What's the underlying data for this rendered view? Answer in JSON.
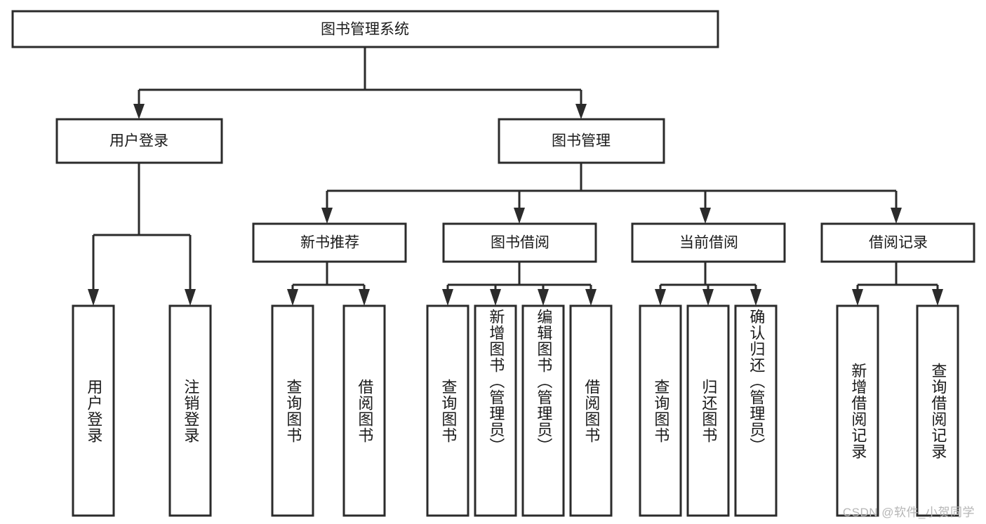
{
  "diagram": {
    "title": "图书管理系统",
    "type": "tree-hierarchy",
    "root": {
      "id": "root",
      "label": "图书管理系统",
      "orientation": "horizontal"
    },
    "level1": [
      {
        "id": "user-login",
        "label": "用户登录",
        "orientation": "horizontal"
      },
      {
        "id": "book-management",
        "label": "图书管理",
        "orientation": "horizontal"
      }
    ],
    "level2": [
      {
        "id": "new-book-recommend",
        "label": "新书推荐",
        "parent": "book-management",
        "orientation": "horizontal"
      },
      {
        "id": "book-borrow",
        "label": "图书借阅",
        "parent": "book-management",
        "orientation": "horizontal"
      },
      {
        "id": "current-borrow",
        "label": "当前借阅",
        "parent": "book-management",
        "orientation": "horizontal"
      },
      {
        "id": "borrow-record",
        "label": "借阅记录",
        "parent": "book-management",
        "orientation": "horizontal"
      }
    ],
    "leaves": [
      {
        "id": "leaf-user-login",
        "label": "用户登录",
        "parent": "user-login",
        "orientation": "vertical"
      },
      {
        "id": "leaf-user-logout",
        "label": "注销登录",
        "parent": "user-login",
        "orientation": "vertical"
      },
      {
        "id": "leaf-query-book-1",
        "label": "查询图书",
        "parent": "new-book-recommend",
        "orientation": "vertical"
      },
      {
        "id": "leaf-borrow-book-1",
        "label": "借阅图书",
        "parent": "new-book-recommend",
        "orientation": "vertical"
      },
      {
        "id": "leaf-query-book-2",
        "label": "查询图书",
        "parent": "book-borrow",
        "orientation": "vertical"
      },
      {
        "id": "leaf-add-book",
        "label": "新增图书（管理员）",
        "parent": "book-borrow",
        "orientation": "vertical"
      },
      {
        "id": "leaf-edit-book",
        "label": "编辑图书（管理员）",
        "parent": "book-borrow",
        "orientation": "vertical"
      },
      {
        "id": "leaf-borrow-book-2",
        "label": "借阅图书",
        "parent": "book-borrow",
        "orientation": "vertical"
      },
      {
        "id": "leaf-query-book-3",
        "label": "查询图书",
        "parent": "current-borrow",
        "orientation": "vertical"
      },
      {
        "id": "leaf-return-book",
        "label": "归还图书",
        "parent": "current-borrow",
        "orientation": "vertical"
      },
      {
        "id": "leaf-confirm-return",
        "label": "确认归还（管理员）",
        "parent": "current-borrow",
        "orientation": "vertical"
      },
      {
        "id": "leaf-add-record",
        "label": "新增借阅记录",
        "parent": "borrow-record",
        "orientation": "vertical"
      },
      {
        "id": "leaf-query-record",
        "label": "查询借阅记录",
        "parent": "borrow-record",
        "orientation": "vertical"
      }
    ]
  },
  "colors": {
    "stroke": "#2b2b2b",
    "fill": "#ffffff",
    "text": "#1a1a1a",
    "watermark": "#b6b6b6",
    "background": "#ffffff"
  },
  "watermark": {
    "text": "CSDN @软件_小贺同学"
  }
}
